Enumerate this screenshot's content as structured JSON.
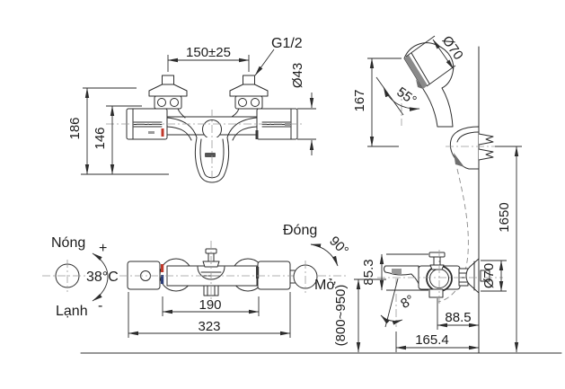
{
  "drawing": {
    "front_view": {
      "union_spacing": "150±25",
      "thread_size": "G1/2",
      "handle_diameter": "Ø43",
      "height_to_connector": "186",
      "height_to_handle": "146"
    },
    "hand_shower": {
      "head_diameter": "Ø70",
      "head_length": "167",
      "head_tilt_angle": "55°",
      "slide_height": "1650"
    },
    "temperature_knob": {
      "hot_label": "Nóng",
      "hot_sign": "+",
      "setpoint": "38°C",
      "cold_label": "Lạnh",
      "cold_sign": "-"
    },
    "flow_knob": {
      "close_label": "Đóng",
      "rotation_angle": "90°",
      "open_label": "Mở"
    },
    "top_view": {
      "handle_spacing": "190",
      "overall_width": "323"
    },
    "side_view": {
      "spout_height": "85.3",
      "spout_tilt_angle": "8°",
      "wall_to_handle": "88.5",
      "wall_to_spout": "165.4",
      "install_height": "(800~950)",
      "flange_diameter": "Ø70"
    },
    "colors": {
      "line": "#2d2d2d",
      "centerline": "#999999",
      "hot_marker": "#c0392b",
      "cold_marker": "#2c3e78"
    }
  }
}
